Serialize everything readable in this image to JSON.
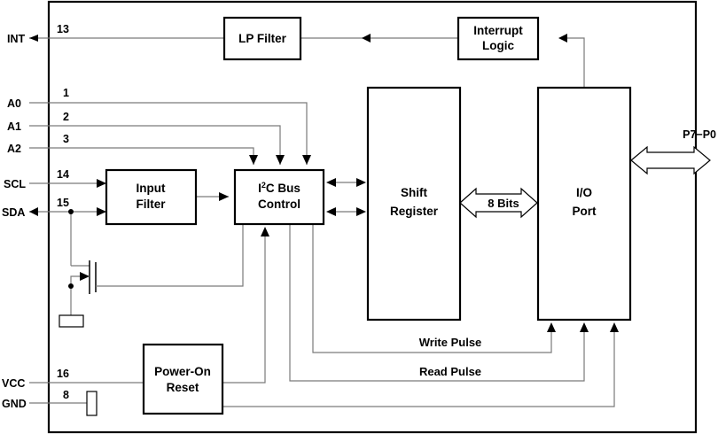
{
  "pins": {
    "int": {
      "name": "INT",
      "number": "13"
    },
    "a0": {
      "name": "A0",
      "number": "1"
    },
    "a1": {
      "name": "A1",
      "number": "2"
    },
    "a2": {
      "name": "A2",
      "number": "3"
    },
    "scl": {
      "name": "SCL",
      "number": "14"
    },
    "sda": {
      "name": "SDA",
      "number": "15"
    },
    "vcc": {
      "name": "VCC",
      "number": "16"
    },
    "gnd": {
      "name": "GND",
      "number": "8"
    },
    "port": {
      "name": "P7−P0"
    }
  },
  "blocks": {
    "lp_filter": "LP Filter",
    "interrupt_logic": [
      "Interrupt",
      "Logic"
    ],
    "input_filter": [
      "Input",
      "Filter"
    ],
    "i2c_bus_control": {
      "line1_prefix": "I",
      "line1_sup": "2",
      "line1_suffix": "C Bus",
      "line2": "Control"
    },
    "shift_register": [
      "Shift",
      "Register"
    ],
    "io_port": [
      "I/O",
      "Port"
    ],
    "power_on_reset": [
      "Power-On",
      "Reset"
    ]
  },
  "signals": {
    "bus_width": "8 Bits",
    "write_pulse": "Write Pulse",
    "read_pulse": "Read Pulse"
  }
}
